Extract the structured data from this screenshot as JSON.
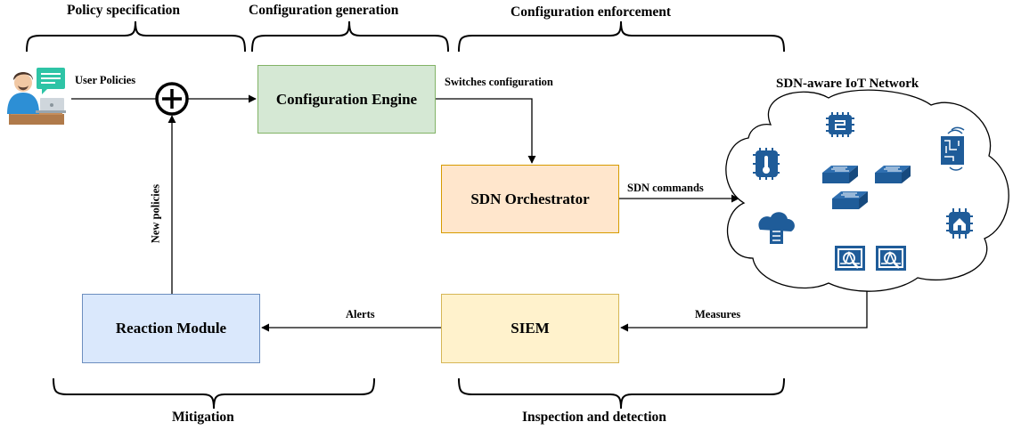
{
  "phases": {
    "policy_specification": "Policy specification",
    "configuration_generation": "Configuration generation",
    "configuration_enforcement": "Configuration enforcement",
    "mitigation": "Mitigation",
    "inspection_detection": "Inspection and detection"
  },
  "nodes": {
    "configuration_engine": "Configuration Engine",
    "sdn_orchestrator": "SDN Orchestrator",
    "siem": "SIEM",
    "reaction_module": "Reaction Module",
    "network_title": "SDN-aware IoT Network"
  },
  "edges": {
    "user_policies": "User Policies",
    "switches_configuration": "Switches configuration",
    "sdn_commands": "SDN commands",
    "measures": "Measures",
    "alerts": "Alerts",
    "new_policies": "New policies"
  },
  "colors": {
    "config_engine_fill": "#d5e8d4",
    "config_engine_stroke": "#82b366",
    "orchestrator_fill": "#ffe6cc",
    "orchestrator_stroke": "#d79b00",
    "siem_fill": "#fff2cc",
    "siem_stroke": "#d6b656",
    "reaction_fill": "#dae8fc",
    "reaction_stroke": "#6c8ebf",
    "icon_blue": "#1f5c99"
  },
  "icons": [
    "user-at-laptop-icon",
    "chat-bubble-icon",
    "sum-junction-icon",
    "chip-icon",
    "thermometer-chip-icon",
    "circuit-board-icon",
    "network-switch-icon",
    "cloud-storage-icon",
    "smart-home-icon",
    "network-analyzer-icon"
  ]
}
